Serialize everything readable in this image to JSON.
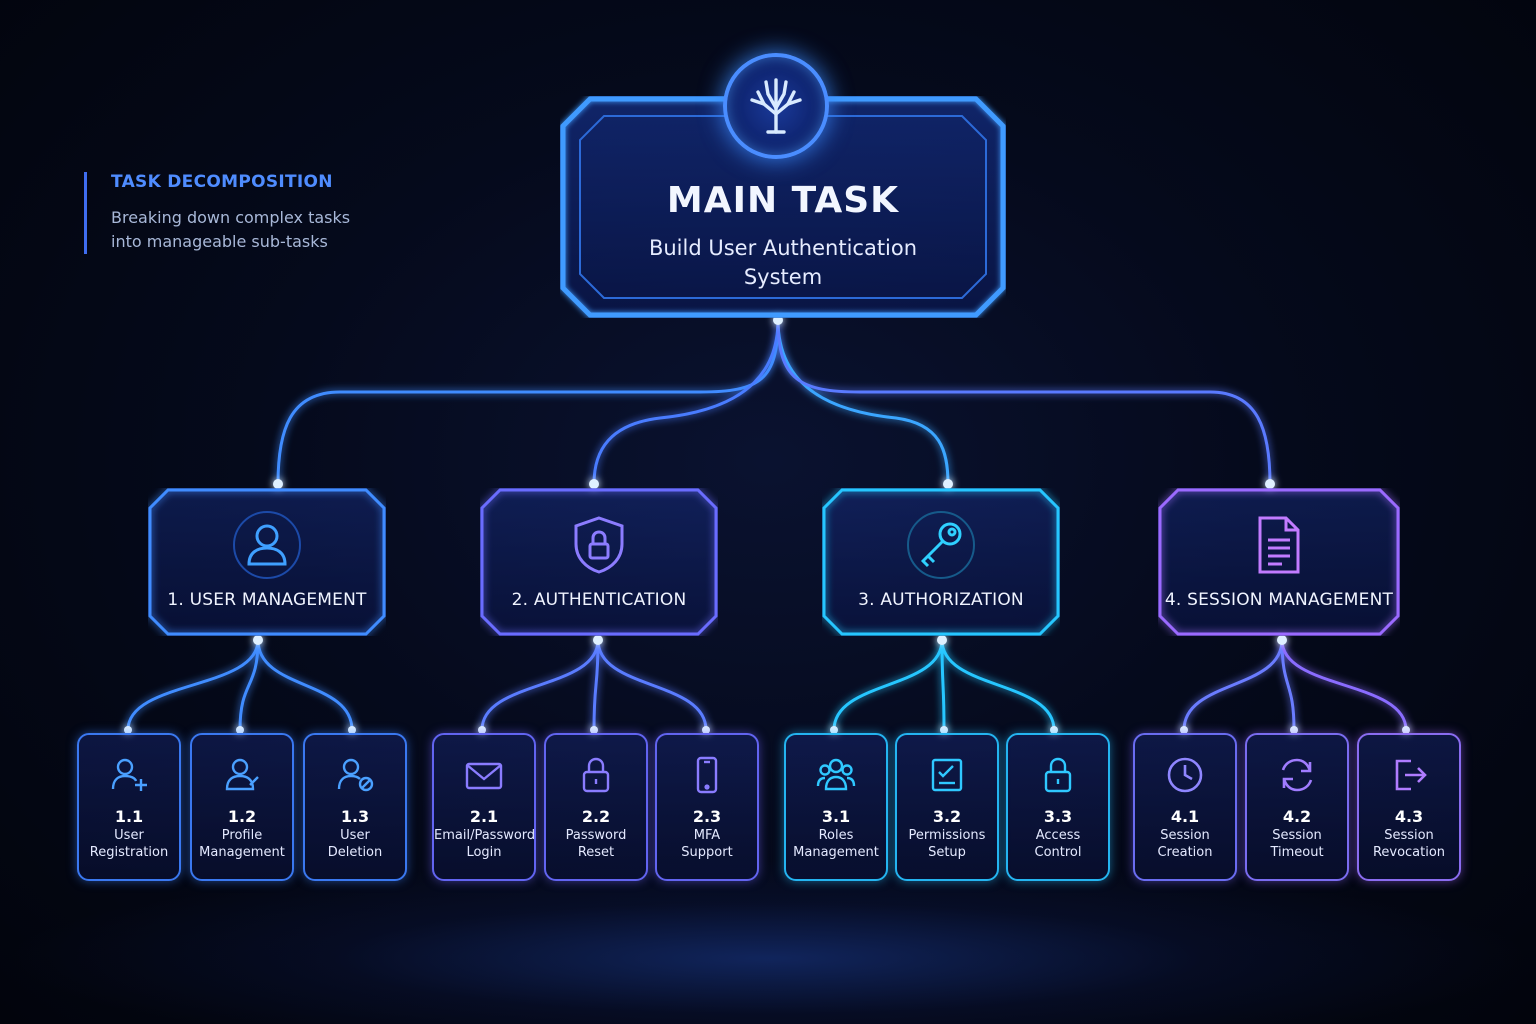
{
  "header": {
    "title": "TASK DECOMPOSITION",
    "subtitle_line1": "Breaking down complex tasks",
    "subtitle_line2": "into manageable sub-tasks"
  },
  "main": {
    "title": "MAIN TASK",
    "subtitle": "Build User Authentication System",
    "icon": "tree-icon"
  },
  "colors": {
    "blue": "#3f8cff",
    "indigo": "#6a6cff",
    "cyan": "#28c6ff",
    "purple": "#9b6bff",
    "magenta": "#c27bff"
  },
  "categories": [
    {
      "label": "1. USER MANAGEMENT",
      "icon": "user-icon",
      "color": "#3f8cff",
      "subtasks": [
        {
          "num": "1.1",
          "line1": "User",
          "line2": "Registration",
          "icon": "user-plus-icon"
        },
        {
          "num": "1.2",
          "line1": "Profile",
          "line2": "Management",
          "icon": "user-edit-icon"
        },
        {
          "num": "1.3",
          "line1": "User",
          "line2": "Deletion",
          "icon": "user-delete-icon"
        }
      ]
    },
    {
      "label": "2. AUTHENTICATION",
      "icon": "shield-lock-icon",
      "color": "#6a6cff",
      "subtasks": [
        {
          "num": "2.1",
          "line1": "Email/Password",
          "line2": "Login",
          "icon": "envelope-icon"
        },
        {
          "num": "2.2",
          "line1": "Password",
          "line2": "Reset",
          "icon": "lock-icon"
        },
        {
          "num": "2.3",
          "line1": "MFA",
          "line2": "Support",
          "icon": "phone-icon"
        }
      ]
    },
    {
      "label": "3. AUTHORIZATION",
      "icon": "key-icon",
      "color": "#28c6ff",
      "subtasks": [
        {
          "num": "3.1",
          "line1": "Roles",
          "line2": "Management",
          "icon": "users-icon"
        },
        {
          "num": "3.2",
          "line1": "Permissions",
          "line2": "Setup",
          "icon": "checklist-icon"
        },
        {
          "num": "3.3",
          "line1": "Access",
          "line2": "Control",
          "icon": "lock-icon"
        }
      ]
    },
    {
      "label": "4. SESSION MANAGEMENT",
      "icon": "document-icon",
      "color": "#9b6bff",
      "subtasks": [
        {
          "num": "4.1",
          "line1": "Session",
          "line2": "Creation",
          "icon": "clock-icon"
        },
        {
          "num": "4.2",
          "line1": "Session",
          "line2": "Timeout",
          "icon": "refresh-icon"
        },
        {
          "num": "4.3",
          "line1": "Session",
          "line2": "Revocation",
          "icon": "logout-icon"
        }
      ]
    }
  ]
}
